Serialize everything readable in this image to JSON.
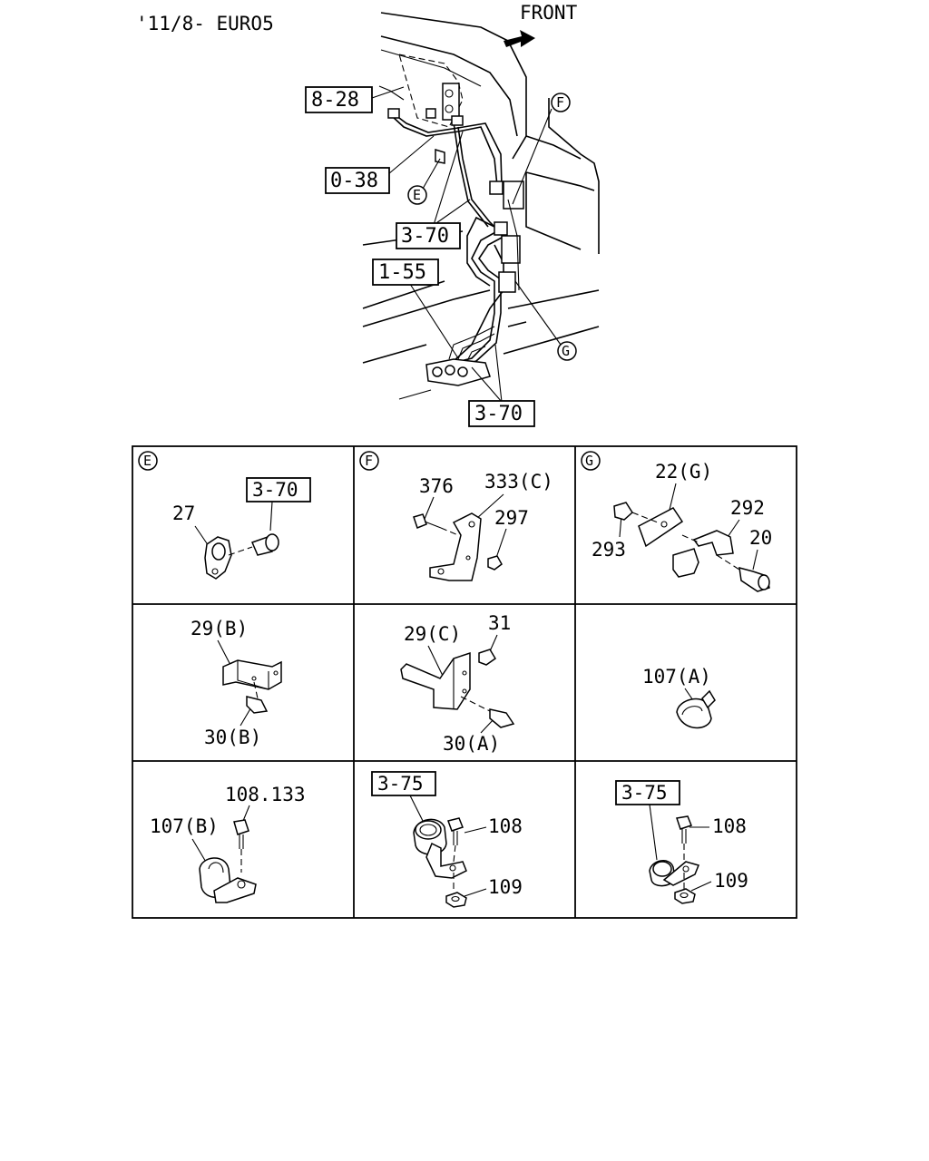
{
  "header": {
    "model_note": "'11/8- EURO5",
    "front_label": "FRONT"
  },
  "main_refs": {
    "ref_8_28": "8-28",
    "ref_0_38": "0-38",
    "ref_3_70_upper": "3-70",
    "ref_1_55": "1-55",
    "ref_3_70_lower": "3-70",
    "callout_e": "E",
    "callout_f": "F",
    "callout_g": "G"
  },
  "panels": {
    "e": {
      "tag": "E",
      "ref": "3-70",
      "parts": [
        "27"
      ]
    },
    "f": {
      "tag": "F",
      "parts": [
        "376",
        "333(C)",
        "297"
      ]
    },
    "g": {
      "tag": "G",
      "parts": [
        "22(G)",
        "292",
        "293",
        "20"
      ]
    },
    "row2_left": {
      "parts": [
        "29(B)",
        "30(B)"
      ]
    },
    "row2_mid": {
      "parts": [
        "29(C)",
        "31",
        "30(A)"
      ]
    },
    "row2_right": {
      "parts": [
        "107(A)"
      ]
    },
    "row3_left": {
      "parts": [
        "108.133",
        "107(B)"
      ]
    },
    "row3_mid": {
      "ref": "3-75",
      "parts": [
        "108",
        "109"
      ]
    },
    "row3_right": {
      "ref": "3-75",
      "parts": [
        "108",
        "109"
      ]
    }
  }
}
